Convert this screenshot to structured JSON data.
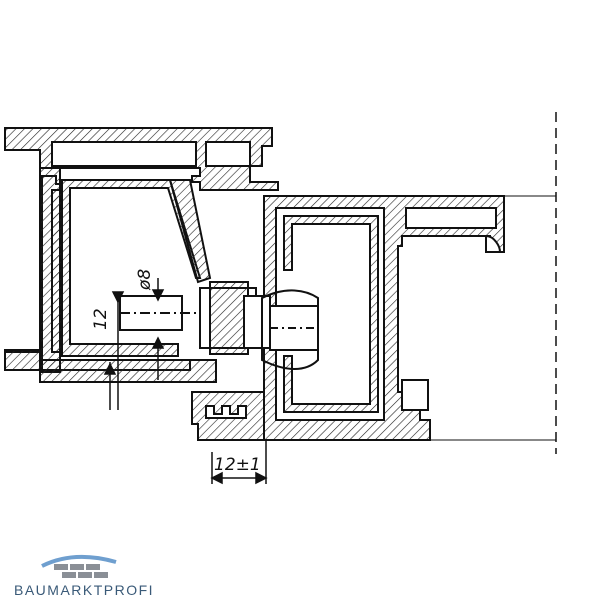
{
  "drawing": {
    "dimensions": {
      "diameter": "ø8",
      "height": "12",
      "gap": "12±1"
    }
  },
  "brand": {
    "name": "BAUMARKTPROFI",
    "colors": {
      "roof": "#6f9fcf",
      "text": "#3a5a78",
      "bricks": "#8a8f96"
    }
  }
}
